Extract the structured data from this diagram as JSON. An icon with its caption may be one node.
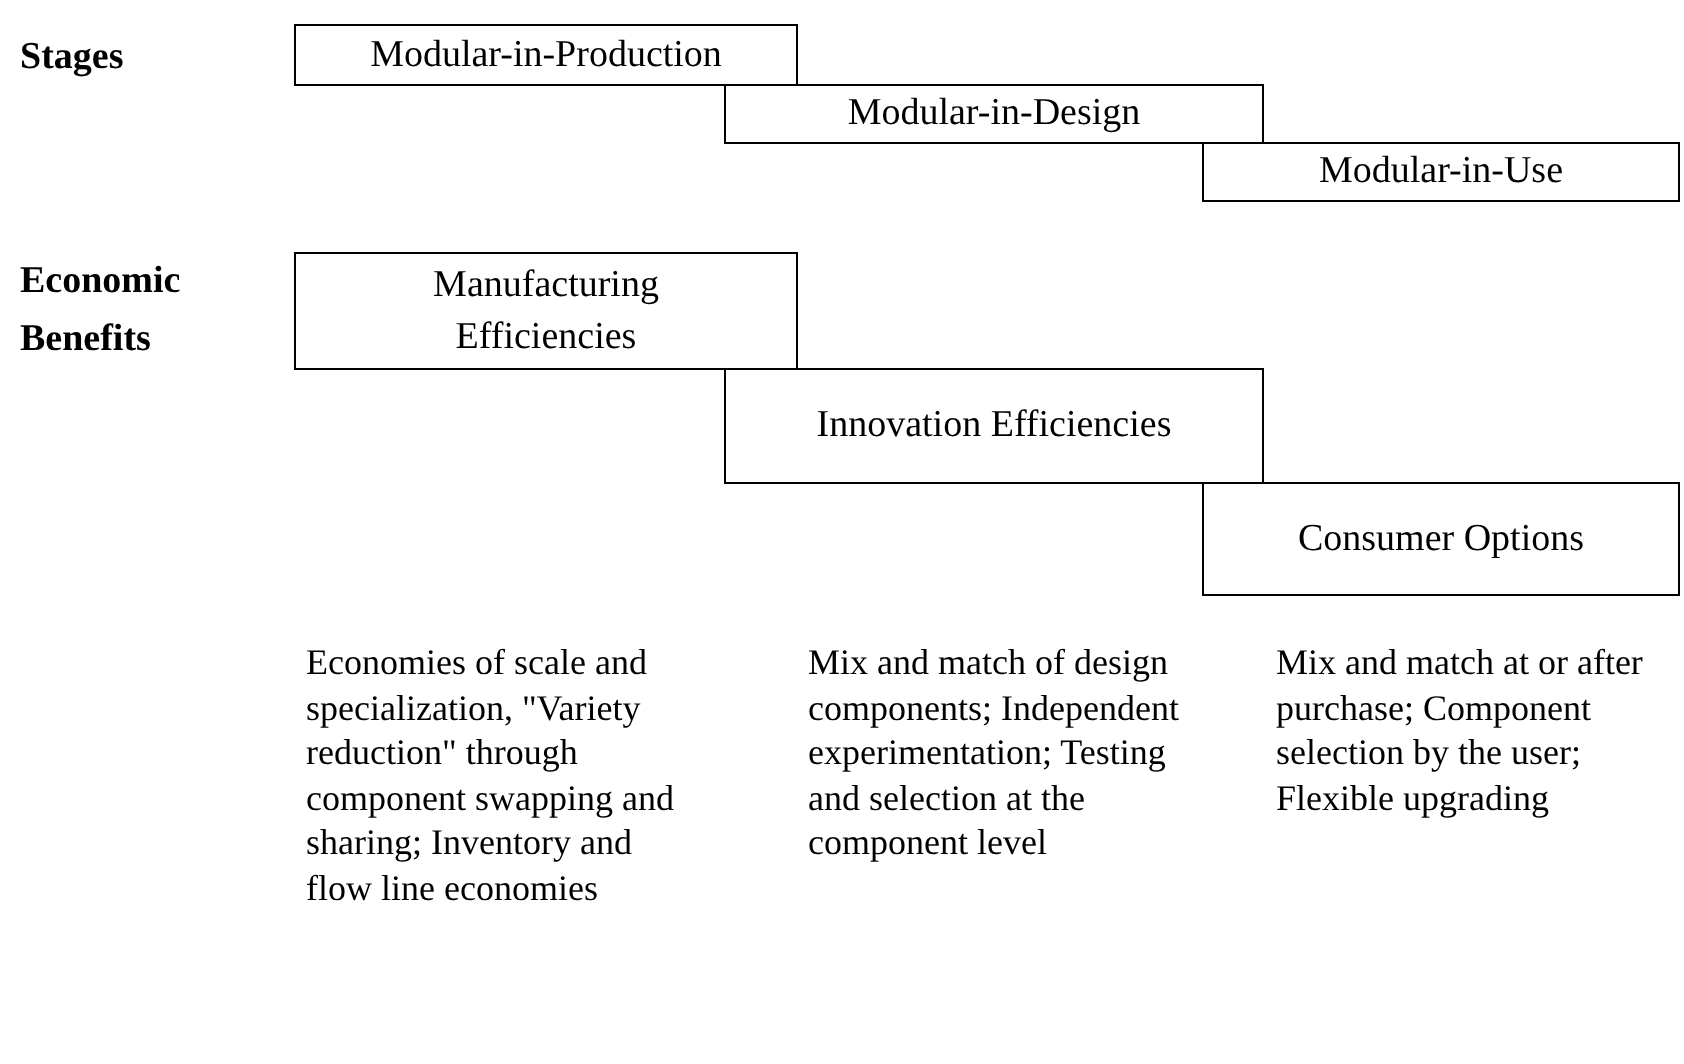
{
  "diagram": {
    "nodes": [
      {
        "text": [
          "Modular-in-Production"
        ]
      },
      {
        "text": [
          "Modular-in-Design"
        ]
      },
      {
        "text": [
          "Modular-in-Use"
        ]
      },
      {
        "text": [
          "Manufacturing Efficiencies"
        ]
      },
      {
        "text": [
          "Innovation Efficiencies"
        ]
      },
      {
        "text": [
          "Consumer Options"
        ]
      }
    ],
    "edges": [],
    "labels": [
      "Stages",
      "Economic Benefits",
      "Economies of scale and specialization, \"Variety reduction\" through component swapping and sharing; Inventory and flow line economies",
      "Mix and match of design components; Independent experimentation; Testing and selection at the component level",
      "Mix and match at or after purchase; Component selection by the user; Flexible upgrading"
    ]
  }
}
